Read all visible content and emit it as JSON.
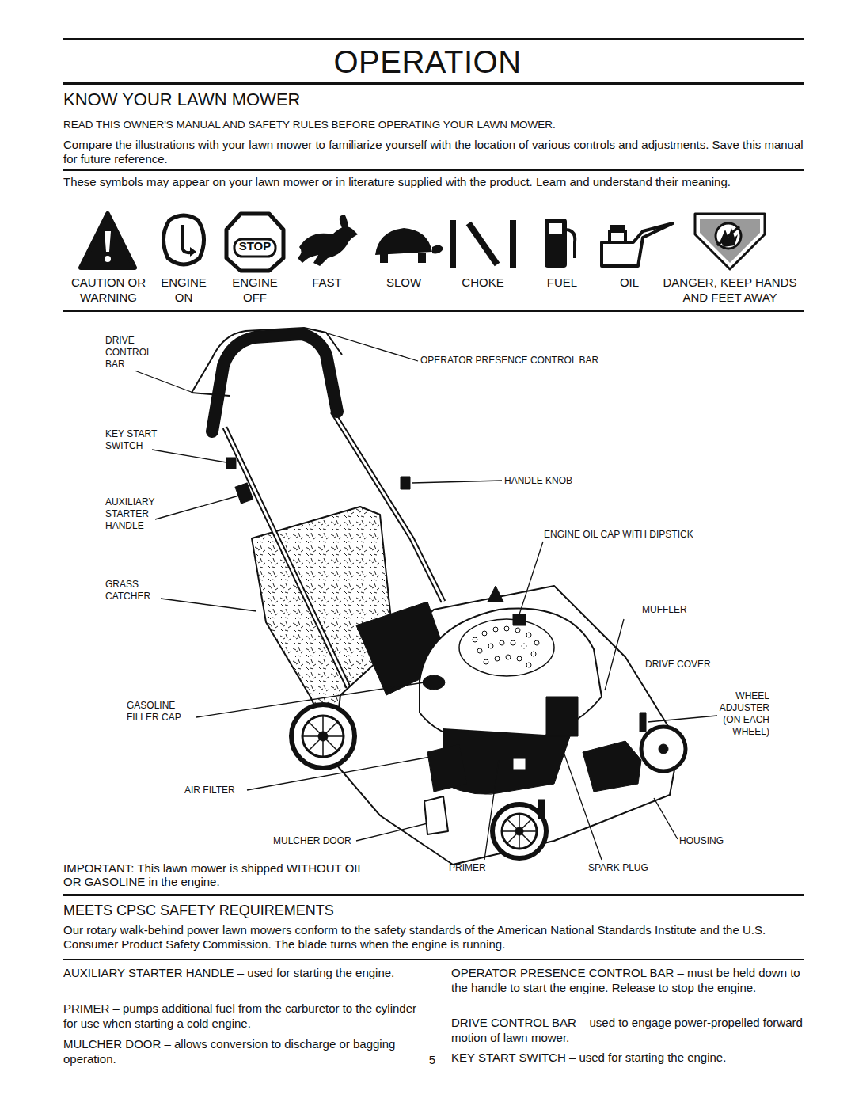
{
  "diagram": {
    "title": "OPERATION",
    "labels": [
      "KNOW YOUR LAWN MOWER",
      "READ THIS OWNER'S MANUAL AND SAFETY RULES BEFORE OPERATING YOUR LAWN MOWER.",
      "Compare the illustrations with your lawn mower to familiarize yourself with the location of various controls and adjustments. Save this manual for future reference.",
      "These symbols may appear on your lawn mower or in literature supplied with the product. Learn and understand their meaning.",
      "STOP",
      "CAUTION OR WARNING",
      "ENGINE ON",
      "ENGINE OFF",
      "FAST",
      "SLOW",
      "CHOKE",
      "FUEL",
      "OIL",
      "DANGER, KEEP HANDS AND FEET AWAY",
      "DRIVE CONTROL BAR",
      "OPERATOR PRESENCE CONTROL BAR",
      "KEY START SWITCH",
      "HANDLE KNOB",
      "AUXILIARY STARTER HANDLE",
      "ENGINE OIL CAP WITH DIPSTICK",
      "GRASS CATCHER",
      "MUFFLER",
      "DRIVE COVER",
      "WHEEL ADJUSTER (ON EACH WHEEL)",
      "GASOLINE FILLER CAP",
      "AIR FILTER",
      "MULCHER DOOR",
      "HOUSING",
      "PRIMER",
      "SPARK PLUG",
      "IMPORTANT: This lawn mower is shipped WITHOUT OIL OR GASOLINE in the engine.",
      "MEETS CPSC SAFETY REQUIREMENTS",
      "Our rotary walk-behind power lawn mowers conform to the safety standards of the American National Standards Institute and the U.S. Consumer Product Safety Commission. The blade turns when the engine is running.",
      "AUXILIARY STARTER HANDLE – used for starting the engine.",
      "PRIMER – pumps additional fuel from the carburetor to the cylinder for use when starting a cold engine.",
      "MULCHER DOOR – allows conversion to discharge or bagging operation.",
      "5",
      "OPERATOR PRESENCE CONTROL BAR – must be held down to the handle to start the engine. Release to stop the engine.",
      "DRIVE CONTROL BAR – used to engage power-propelled forward motion of lawn mower.",
      "KEY START SWITCH – used for starting the engine."
    ]
  }
}
